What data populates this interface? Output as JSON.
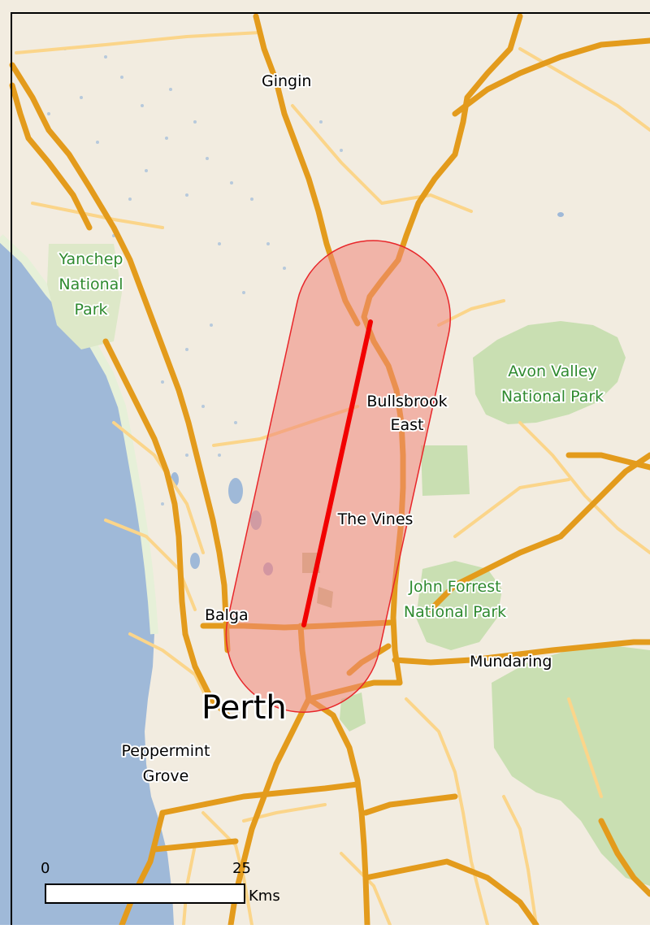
{
  "map": {
    "colors": {
      "land": "#f2ece0",
      "water": "#9fb9d8",
      "park": "#c9dfb2",
      "major_road": "#e39b1c",
      "minor_road": "#fbd58a",
      "buffer_fill": "#f0877a",
      "buffer_stroke": "#e8262a",
      "route_line": "#f20000"
    },
    "places": {
      "gingin": "Gingin",
      "bullsbrook_1": "Bullsbrook",
      "bullsbrook_2": "East",
      "the_vines": "The Vines",
      "balga": "Balga",
      "perth": "Perth",
      "mundaring": "Mundaring",
      "peppermint_1": "Peppermint",
      "peppermint_2": "Grove"
    },
    "parks": {
      "yanchep_1": "Yanchep",
      "yanchep_2": "National",
      "yanchep_3": "Park",
      "avon_1": "Avon Valley",
      "avon_2": "National Park",
      "john_forrest_1": "John Forrest",
      "john_forrest_2": "National Park"
    },
    "scale_bar": {
      "start_label": "0",
      "end_label": "25",
      "unit": "Kms"
    }
  }
}
